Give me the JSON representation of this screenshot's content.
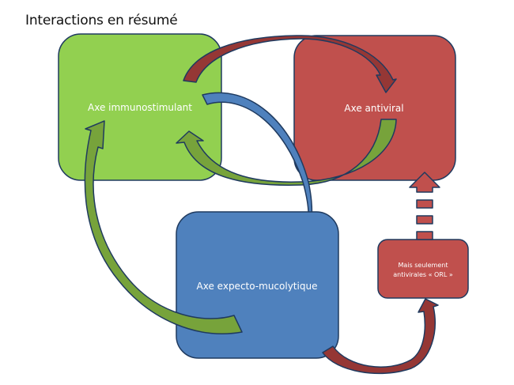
{
  "title": "Interactions en résumé",
  "nodes": {
    "immuno": {
      "label": "Axe immunostimulant",
      "color": "#92d050"
    },
    "antiviral": {
      "label": "Axe antiviral",
      "color": "#c0504d"
    },
    "mucolytic": {
      "label": "Axe expecto-mucolytique",
      "color": "#4f81bd"
    },
    "orl_note": {
      "label_line1": "Mais seulement",
      "label_line2": "antivirales « ORL »",
      "color": "#c0504d"
    }
  },
  "edges": [
    {
      "from": "immuno",
      "to": "antiviral",
      "color": "#953735",
      "style": "curved-arrow"
    },
    {
      "from": "immuno",
      "to": "mucolytic",
      "color": "#4f81bd",
      "style": "curved-arrow"
    },
    {
      "from": "antiviral",
      "to": "immuno",
      "color": "#77a33b",
      "style": "curved-arrow"
    },
    {
      "from": "mucolytic",
      "to": "immuno",
      "color": "#77a33b",
      "style": "curved-arrow"
    },
    {
      "from": "mucolytic",
      "to": "orl_note",
      "color": "#953735",
      "style": "curved-arrow"
    },
    {
      "from": "orl_note",
      "to": "antiviral",
      "color": "#c0504d",
      "style": "dashed-arrow"
    }
  ],
  "outline_color": "#1f3a5f"
}
